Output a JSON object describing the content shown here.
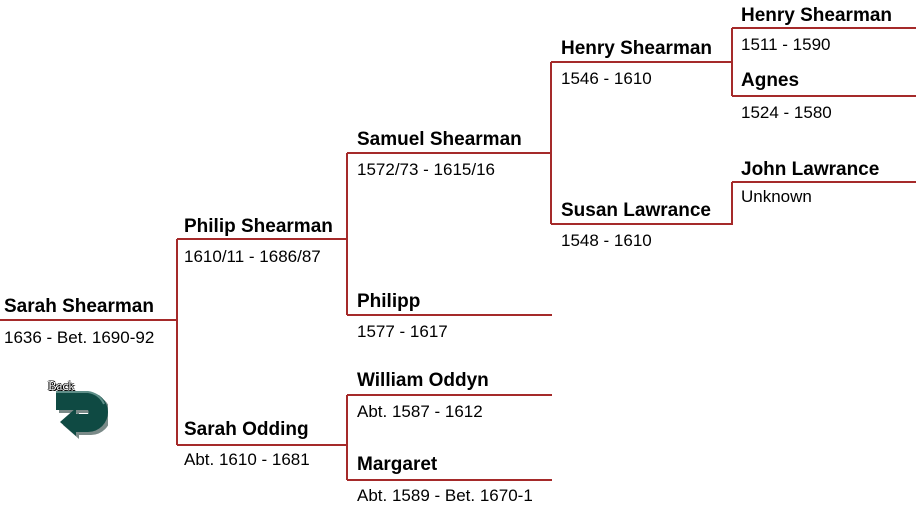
{
  "persons": {
    "sarah_shearman": {
      "name": "Sarah Shearman",
      "dates": "1636 - Bet. 1690-92"
    },
    "philip_shearman": {
      "name": "Philip Shearman",
      "dates": "1610/11 - 1686/87"
    },
    "sarah_odding": {
      "name": "Sarah Odding",
      "dates": "Abt.  1610 - 1681"
    },
    "samuel_shearman": {
      "name": "Samuel Shearman",
      "dates": "1572/73 - 1615/16"
    },
    "philipp": {
      "name": "Philipp",
      "dates": "1577 - 1617"
    },
    "william_oddyn": {
      "name": "William Oddyn",
      "dates": "Abt. 1587 - 1612"
    },
    "margaret": {
      "name": "Margaret",
      "dates": "Abt. 1589 - Bet. 1670-1"
    },
    "henry_shearman_1546": {
      "name": "Henry Shearman",
      "dates": "1546 - 1610"
    },
    "susan_lawrance": {
      "name": "Susan Lawrance",
      "dates": "1548 - 1610"
    },
    "henry_shearman_1511": {
      "name": "Henry Shearman",
      "dates": "1511 - 1590"
    },
    "agnes": {
      "name": "Agnes",
      "dates": "1524 - 1580"
    },
    "john_lawrance": {
      "name": "John Lawrance",
      "dates": "Unknown"
    }
  },
  "back_button": {
    "label": "Back"
  },
  "colors": {
    "line": "#a52a2a",
    "icon": "#0f4a43"
  }
}
